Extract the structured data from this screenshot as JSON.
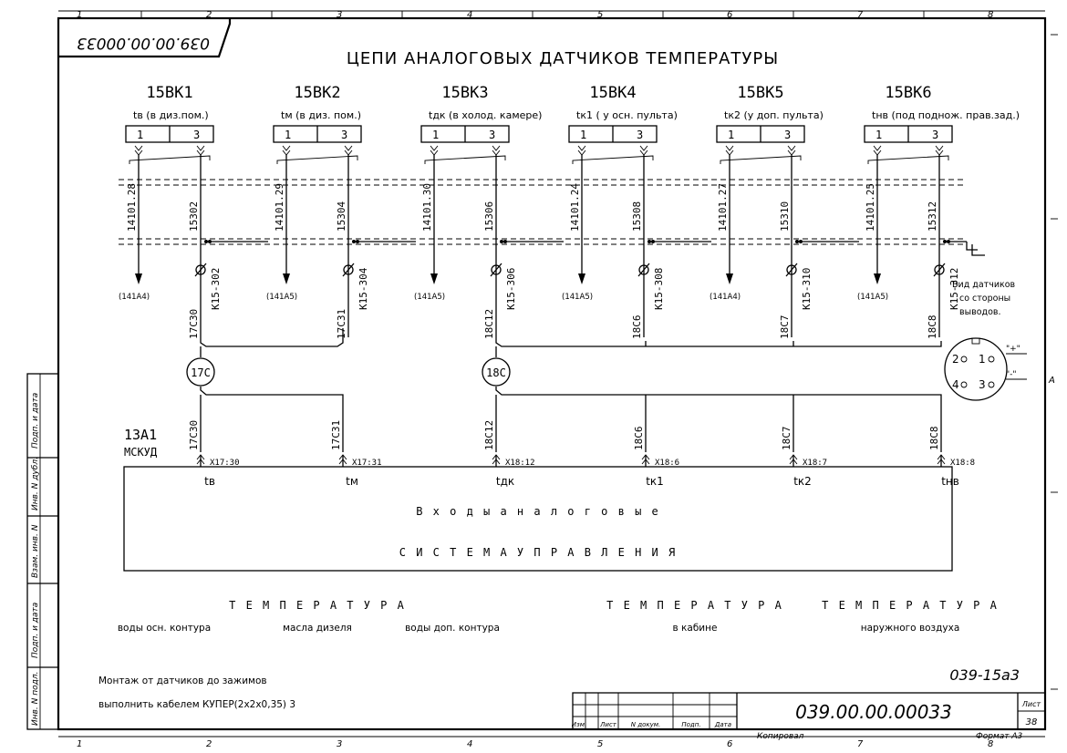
{
  "frame": {
    "zones": [
      "1",
      "2",
      "3",
      "4",
      "5",
      "6",
      "7",
      "8"
    ],
    "zone_side": "A",
    "doc_stamp": "039.00.00.00033",
    "side_labels": [
      "Подп. и дата",
      "Инв. N дубл.",
      "Взам. инв. N",
      "Подп. и дата",
      "Инв. N подл."
    ]
  },
  "title": "ЦЕПИ АНАЛОГОВЫХ ДАТЧИКОВ ТЕМПЕРАТУРЫ",
  "sensors": [
    {
      "id": "15ВК1",
      "desc": "tв (в диз.пом.)",
      "pin1": "1",
      "pin3": "3",
      "wire1": "14101.28",
      "wire3": "15302",
      "dest": "(141А4)",
      "conn": "К15-302",
      "cable": "17С30"
    },
    {
      "id": "15ВК2",
      "desc": "tм (в диз. пом.)",
      "pin1": "1",
      "pin3": "3",
      "wire1": "14101.29",
      "wire3": "15304",
      "dest": "(141А5)",
      "conn": "К15-304",
      "cable": "17С31"
    },
    {
      "id": "15ВК3",
      "desc": "tдк (в холод. камере)",
      "pin1": "1",
      "pin3": "3",
      "wire1": "14101.30",
      "wire3": "15306",
      "dest": "(141А5)",
      "conn": "К15-306",
      "cable": "18С12"
    },
    {
      "id": "15ВК4",
      "desc": "tк1 ( у осн. пульта)",
      "pin1": "1",
      "pin3": "3",
      "wire1": "14101.24",
      "wire3": "15308",
      "dest": "(141А5)",
      "conn": "К15-308",
      "cable": "18С6"
    },
    {
      "id": "15ВК5",
      "desc": "tк2 (у доп. пульта)",
      "pin1": "1",
      "pin3": "3",
      "wire1": "14101.27",
      "wire3": "15310",
      "dest": "(141А4)",
      "conn": "К15-310",
      "cable": "18С7"
    },
    {
      "id": "15ВК6",
      "desc": "tнв (под поднож. прав.зад.)",
      "pin1": "1",
      "pin3": "3",
      "wire1": "14101.25",
      "wire3": "15312",
      "dest": "(141А5)",
      "conn": "К15-312",
      "cable": "18С8"
    }
  ],
  "cables": {
    "c1": "17С",
    "c2": "18С"
  },
  "view": {
    "line1": "Вид датчиков",
    "line2": "со стороны",
    "line3": "выводов.",
    "p1": "1",
    "p2": "2",
    "p3": "3",
    "p4": "4",
    "plus": "\"+\"",
    "minus": "\"-\""
  },
  "unit": {
    "id": "13А1",
    "name": "МСКУД",
    "inputs_label": "В х о д ы   а н а л о г о в ы е",
    "system_label": "С И С Т Е М А    У П Р А В Л Е Н И Я"
  },
  "unit_inputs": [
    {
      "cable": "17С30",
      "xterm": "X17:30",
      "label": "tв"
    },
    {
      "cable": "17С31",
      "xterm": "X17:31",
      "label": "tм"
    },
    {
      "cable": "18С12",
      "xterm": "X18:12",
      "label": "tдк"
    },
    {
      "cable": "18С6",
      "xterm": "X18:6",
      "label": "tк1"
    },
    {
      "cable": "18С7",
      "xterm": "X18:7",
      "label": "tк2"
    },
    {
      "cable": "18С8",
      "xterm": "X18:8",
      "label": "tнв"
    }
  ],
  "legend": {
    "temp1": "Т Е М П Е Р А Т У Р А",
    "temp2": "Т Е М П Е Р А Т У Р А",
    "temp3": "Т Е М П Е Р А Т У Р А",
    "sub1": "воды осн. контура",
    "sub2": "масла дизеля",
    "sub3": "воды доп. контура",
    "sub4": "в кабине",
    "sub5": "наружного воздуха"
  },
  "note": {
    "line1": "Монтаж от датчиков до зажимов",
    "line2": "выполнить кабелем КУПЕР(2х2х0,35) 3"
  },
  "title_block": {
    "code": "039-15а3",
    "doc_no": "039.00.00.00033",
    "sheet_label": "Лист",
    "sheet_no": "38",
    "col_izm": "Изм.",
    "col_list": "Лист",
    "col_doc": "N докум.",
    "col_sign": "Подп.",
    "col_date": "Дата",
    "copied": "Копировал",
    "format": "Формат  А3"
  }
}
